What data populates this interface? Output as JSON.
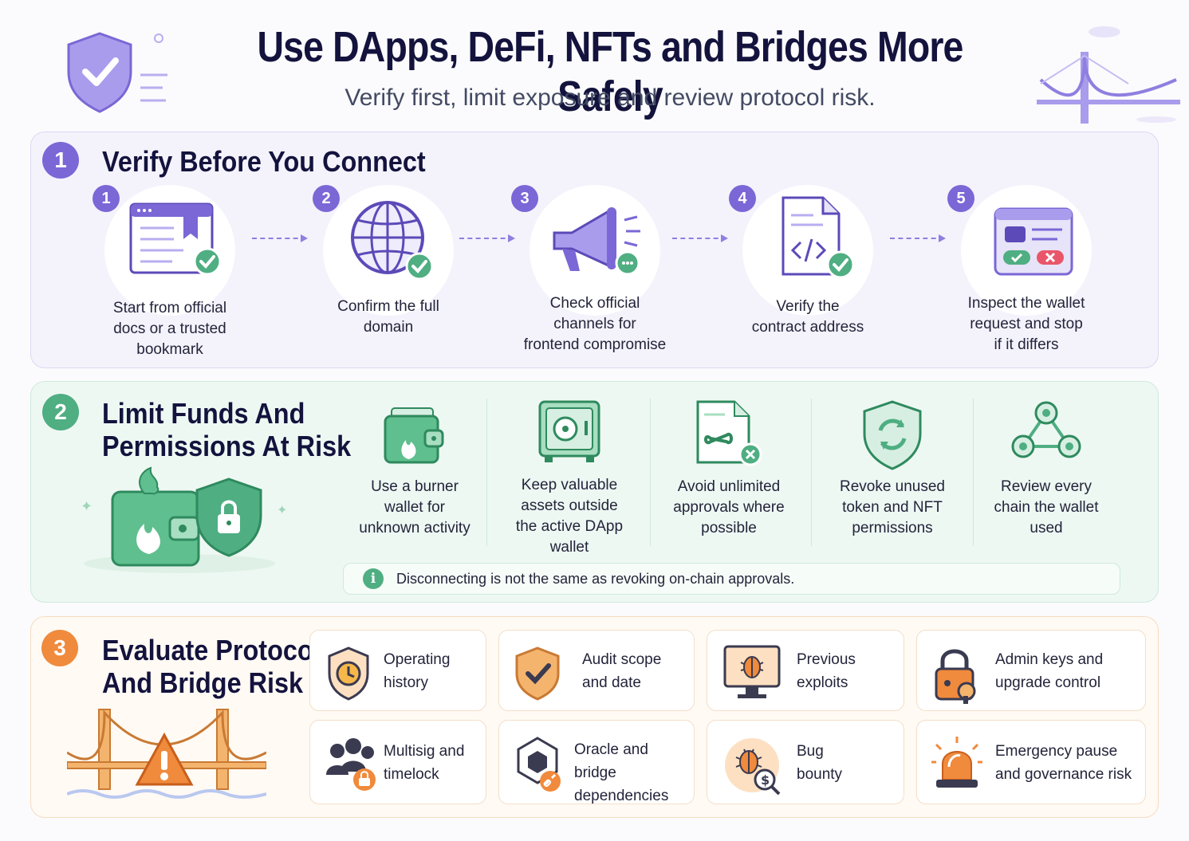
{
  "header": {
    "title": "Use DApps, DeFi, NFTs and Bridges More Safely",
    "subtitle": "Verify first, limit exposure and review protocol risk."
  },
  "section1": {
    "number": "1",
    "title": "Verify Before You Connect",
    "steps": [
      {
        "number": "1",
        "line1": "Start from official",
        "line2": "docs or a trusted",
        "line3": "bookmark",
        "icon": "browser-bookmark-check-icon"
      },
      {
        "number": "2",
        "line1": "Confirm the full",
        "line2": "domain",
        "line3": "",
        "icon": "globe-check-icon"
      },
      {
        "number": "3",
        "line1": "Check official",
        "line2": "channels for",
        "line3": "frontend compromise",
        "icon": "megaphone-icon"
      },
      {
        "number": "4",
        "line1": "Verify the",
        "line2": "contract address",
        "line3": "",
        "icon": "code-document-check-icon"
      },
      {
        "number": "5",
        "line1": "Inspect the wallet",
        "line2": "request and stop",
        "line3": "if it differs",
        "icon": "wallet-request-window-icon"
      }
    ]
  },
  "section2": {
    "number": "2",
    "title_line1": "Limit Funds And",
    "title_line2": "Permissions At Risk",
    "items": [
      {
        "line1": "Use a burner",
        "line2": "wallet for",
        "line3": "unknown activity",
        "line4": "",
        "icon": "burner-wallet-icon"
      },
      {
        "line1": "Keep valuable",
        "line2": "assets outside",
        "line3": "the active DApp",
        "line4": "wallet",
        "icon": "safe-vault-icon"
      },
      {
        "line1": "Avoid unlimited",
        "line2": "approvals where",
        "line3": "possible",
        "line4": "",
        "icon": "infinite-approval-icon"
      },
      {
        "line1": "Revoke unused",
        "line2": "token and NFT",
        "line3": "permissions",
        "line4": "",
        "icon": "revoke-shield-icon"
      },
      {
        "line1": "Review every",
        "line2": "chain the wallet",
        "line3": "used",
        "line4": "",
        "icon": "chain-network-icon"
      }
    ],
    "note": "Disconnecting is not the same as revoking on-chain approvals."
  },
  "section3": {
    "number": "3",
    "title_line1": "Evaluate Protocol",
    "title_line2": "And Bridge Risk",
    "cards": [
      {
        "line1": "Operating",
        "line2": "history",
        "icon": "clock-shield-icon"
      },
      {
        "line1": "Audit scope",
        "line2": "and date",
        "icon": "audit-shield-icon"
      },
      {
        "line1": "Previous",
        "line2": "exploits",
        "icon": "bug-monitor-icon"
      },
      {
        "line1": "Admin keys and",
        "line2": "upgrade control",
        "icon": "padlock-key-icon"
      },
      {
        "line1": "Multisig and",
        "line2": "timelock",
        "icon": "group-lock-icon"
      },
      {
        "line1": "Oracle and bridge",
        "line2": "dependencies",
        "icon": "cube-link-icon"
      },
      {
        "line1": "Bug",
        "line2": "bounty",
        "icon": "bug-bounty-icon"
      },
      {
        "line1": "Emergency pause",
        "line2": "and governance risk",
        "icon": "siren-icon"
      }
    ]
  },
  "colors": {
    "purple": "#7b67d6",
    "green": "#4fae82",
    "orange": "#f08a3c",
    "navy": "#13133d"
  }
}
